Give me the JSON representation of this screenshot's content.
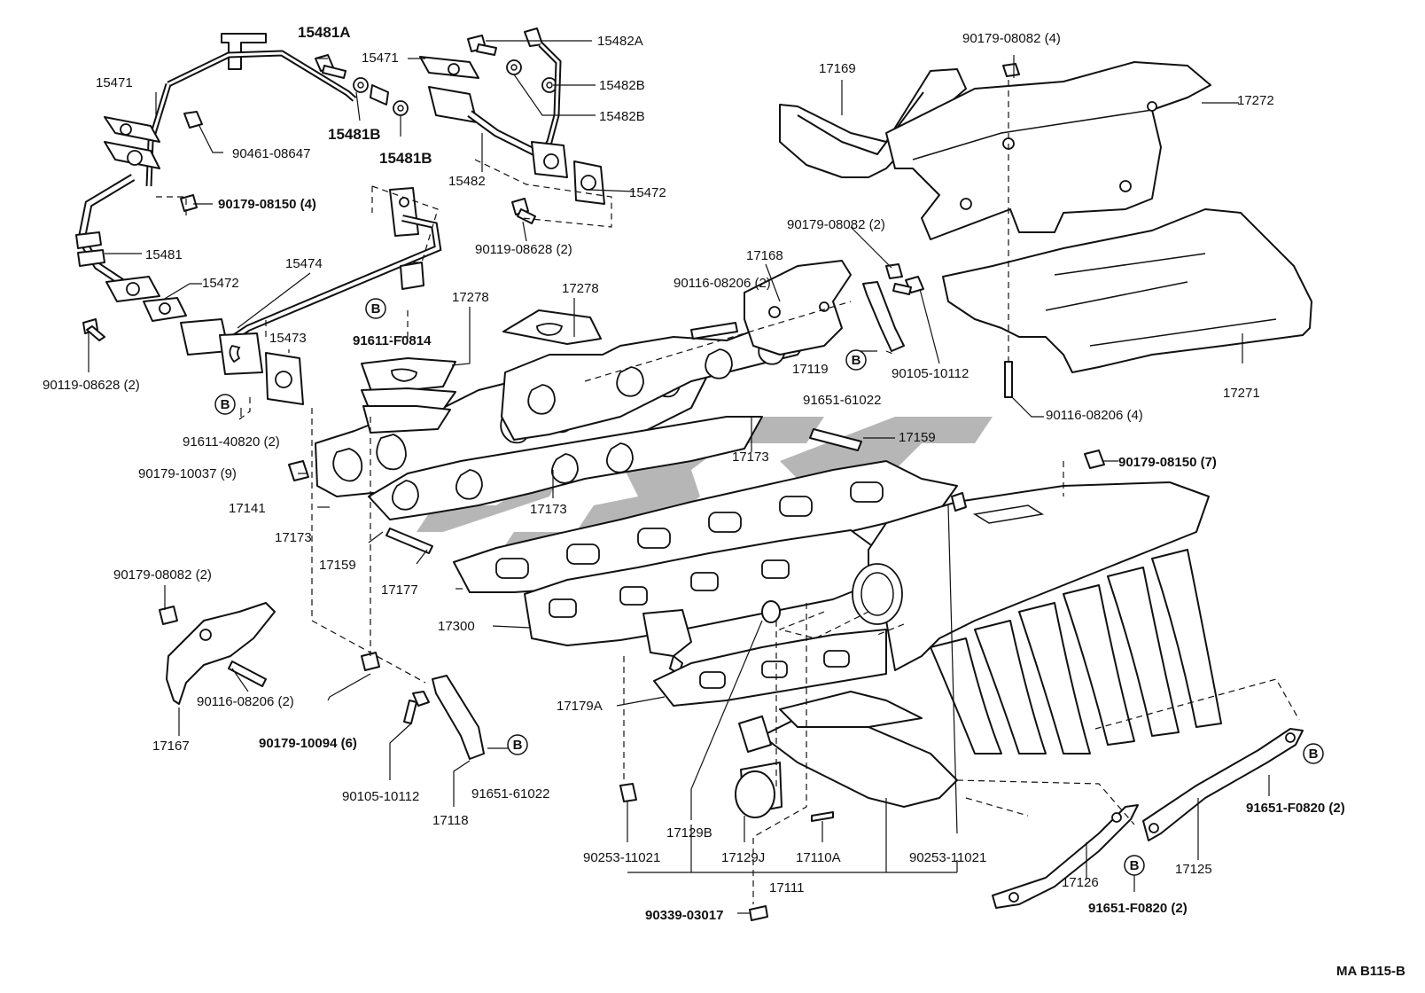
{
  "diagram_code": "MA  B115-B",
  "watermark": "",
  "circle_marker": "B",
  "labels": {
    "p15481A": "15481A",
    "p15471_a": "15471",
    "p15471_b": "15471",
    "p90461": "90461-08647",
    "p15481B_a": "15481B",
    "p15481B_b": "15481B",
    "p15482A": "15482A",
    "p15482B_a": "15482B",
    "p15482B_b": "15482B",
    "p15482": "15482",
    "p15472_a": "15472",
    "p15472_b": "15472",
    "p90179_08150_4": "90179-08150 (4)",
    "p90119_08628_2a": "90119-08628 (2)",
    "p90119_08628_2b": "90119-08628 (2)",
    "p15481": "15481",
    "p15474": "15474",
    "p15473": "15473",
    "p91611_F0814": "91611-F0814",
    "p91611_40820": "91611-40820 (2)",
    "p17278_a": "17278",
    "p17278_b": "17278",
    "p17168": "17168",
    "p90116_08206_2a": "90116-08206 (2)",
    "p90179_08082_2a": "90179-08082 (2)",
    "p90179_08082_4": "90179-08082 (4)",
    "p17169": "17169",
    "p17272": "17272",
    "p17271": "17271",
    "p90105_10112_a": "90105-10112",
    "p17119": "17119",
    "p91651_61022_a": "91651-61022",
    "p90116_08206_4": "90116-08206 (4)",
    "p17159_a": "17159",
    "p17159_b": "17159",
    "p17173_a": "17173",
    "p17173_b": "17173",
    "p17173_c": "17173",
    "p90179_10037": "90179-10037 (9)",
    "p17141": "17141",
    "p90179_08150_7": "90179-08150 (7)",
    "p17177": "17177",
    "p17300": "17300",
    "p90179_08082_2b": "90179-08082 (2)",
    "p90116_08206_2b": "90116-08206 (2)",
    "p17167": "17167",
    "p90179_10094": "90179-10094 (6)",
    "p17179A": "17179A",
    "p90105_10112_b": "90105-10112",
    "p91651_61022_b": "91651-61022",
    "p17118": "17118",
    "p17129B": "17129B",
    "p90253_a": "90253-11021",
    "p17129J": "17129J",
    "p17110A": "17110A",
    "p90253_b": "90253-11021",
    "p17111": "17111",
    "p90339": "90339-03017",
    "p17126": "17126",
    "p91651_F0820_a": "91651-F0820 (2)",
    "p17125": "17125",
    "p91651_F0820_b": "91651-F0820 (2)"
  }
}
